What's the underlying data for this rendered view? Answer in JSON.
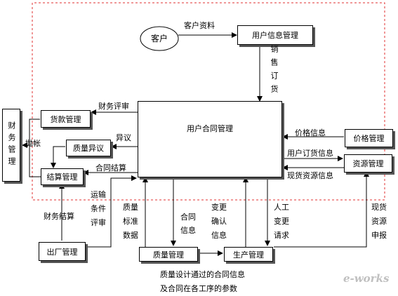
{
  "nodes": {
    "customer": "客户",
    "user_info_mgmt": "用户信息管理",
    "finance_mgmt": "财务管理",
    "payment_mgmt": "货款管理",
    "quality_objection": "质量异议",
    "settlement_mgmt": "结算管理",
    "contract_mgmt": "用户合同管理",
    "price_mgmt": "价格管理",
    "resource_mgmt": "资源管理",
    "shipping_mgmt": "出厂管理",
    "quality_mgmt": "质量管理",
    "production_mgmt": "生产管理"
  },
  "labels": {
    "customer_data": "客户资料",
    "sales_order": "销售订货",
    "finance_review": "财务评审",
    "objection": "异议",
    "write_off": "抛帐",
    "contract_settlement": "合同结算",
    "price_info": "价格信息",
    "user_order_info": "用户订货信息",
    "stock_resource_info": "现货资源信息",
    "transport_terms": "运输条件评审",
    "finance_settlement": "财务结算",
    "quality_standard": "质量标准数据",
    "contract_info": "合同信息",
    "change_confirm": "变更确认信息",
    "manual_change": "人工变更请求",
    "stock_resource_report": "现货资源申报"
  },
  "caption": {
    "line1": "质量设计通过的合同信息",
    "line2": "及合同在各工序的参数"
  },
  "logo": "e-works",
  "colors": {
    "boundary": "#e03030",
    "line": "#000000"
  }
}
